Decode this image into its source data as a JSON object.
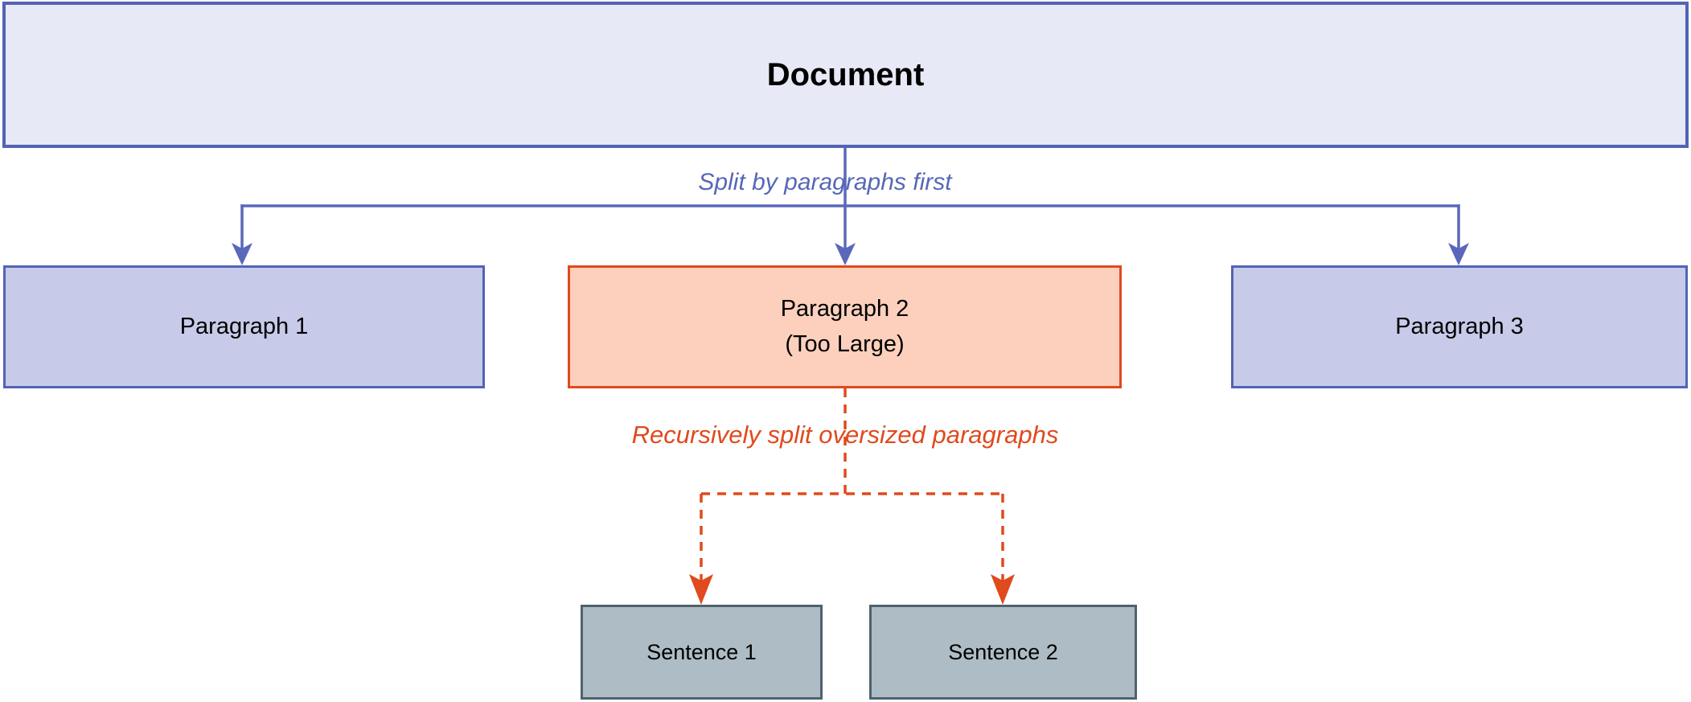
{
  "colors": {
    "blue_line": "#5a68bb",
    "blue_border": "#5263b5",
    "blue_label": "#5667b8",
    "document_fill": "#e8e9f6",
    "paragraph_fill": "#c7cbe9",
    "orange": "#e04a1c",
    "orange_fill": "#fcd0bd",
    "sentence_fill": "#aebdc5",
    "sentence_border": "#4d636d",
    "text": "#000000",
    "bg": "#ffffff"
  },
  "nodes": {
    "document": {
      "label": "Document"
    },
    "paragraph1": {
      "label": "Paragraph 1"
    },
    "paragraph2": {
      "line1": "Paragraph 2",
      "line2": "(Too Large)"
    },
    "paragraph3": {
      "label": "Paragraph 3"
    },
    "sentence1": {
      "label": "Sentence 1"
    },
    "sentence2": {
      "label": "Sentence 2"
    }
  },
  "edge_labels": {
    "split": "Split by paragraphs first",
    "recursive": "Recursively split oversized paragraphs"
  }
}
